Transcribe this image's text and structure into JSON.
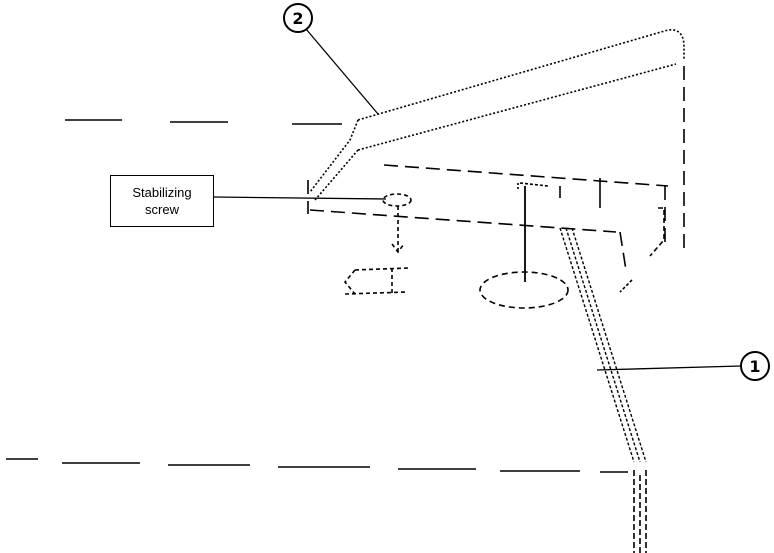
{
  "labels": {
    "stabilizing_screw": "Stabilizing screw",
    "marker_1": "1",
    "marker_2": "2"
  },
  "colors": {
    "line": "#000000",
    "background": "#ffffff"
  }
}
